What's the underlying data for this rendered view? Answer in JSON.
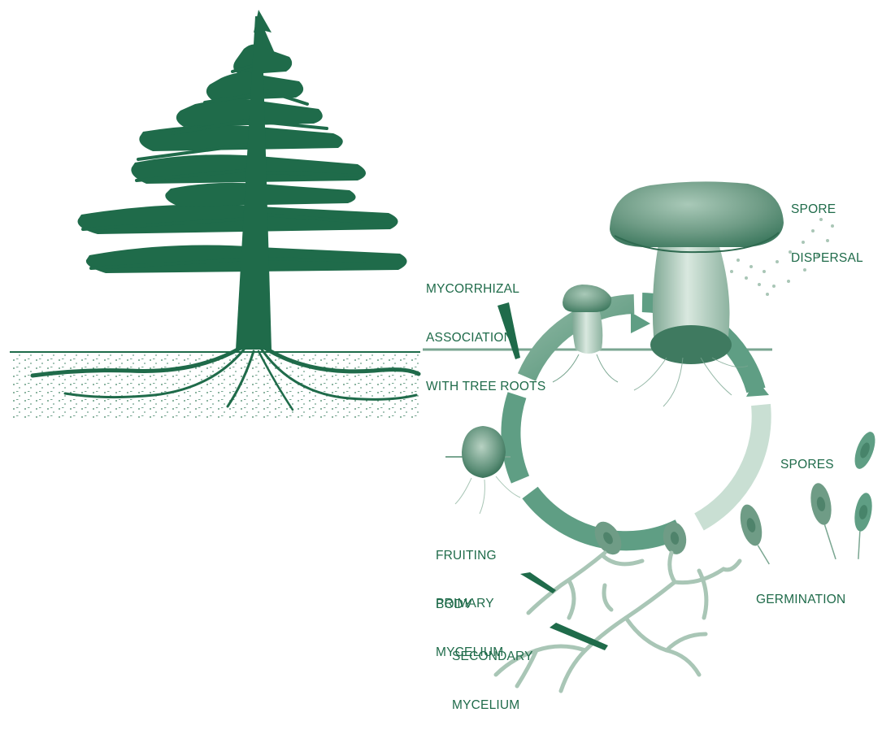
{
  "diagram": {
    "colors": {
      "tree": "#1f6b4a",
      "label_text": "#1f6b4a",
      "cycle_ring": "#5f9e84",
      "cycle_ring_light": "#c9dfd3",
      "fungus_cap": "#6f9c86",
      "stem": "#a9c6b6",
      "mycelium": "#7aa691",
      "soil_dots": "#4c8a6e"
    },
    "labels": {
      "spore_dispersal": [
        "SPORE",
        "DISPERSAL"
      ],
      "mycorrhizal": [
        "MYCORRHIZAL",
        "ASSOCIATION",
        "WITH TREE ROOTS"
      ],
      "spores": [
        "SPORES"
      ],
      "fruiting_body": [
        "FRUITING",
        "BODY"
      ],
      "primary_mycelium": [
        "PRIMARY",
        "MYCELIUM"
      ],
      "germination": [
        "GERMINATION"
      ],
      "secondary_mycelium": [
        "SECONDARY",
        "MYCELIUM"
      ]
    },
    "icons": {
      "tree": "conifer-tree-icon",
      "mushroom_large": "mature-mushroom-icon",
      "mushroom_small": "young-mushroom-icon",
      "fruiting_body": "fruiting-body-knot-icon",
      "spore": "spore-icon",
      "mycelium": "mycelium-hyphae-icon",
      "ring": "life-cycle-ring-icon"
    }
  }
}
